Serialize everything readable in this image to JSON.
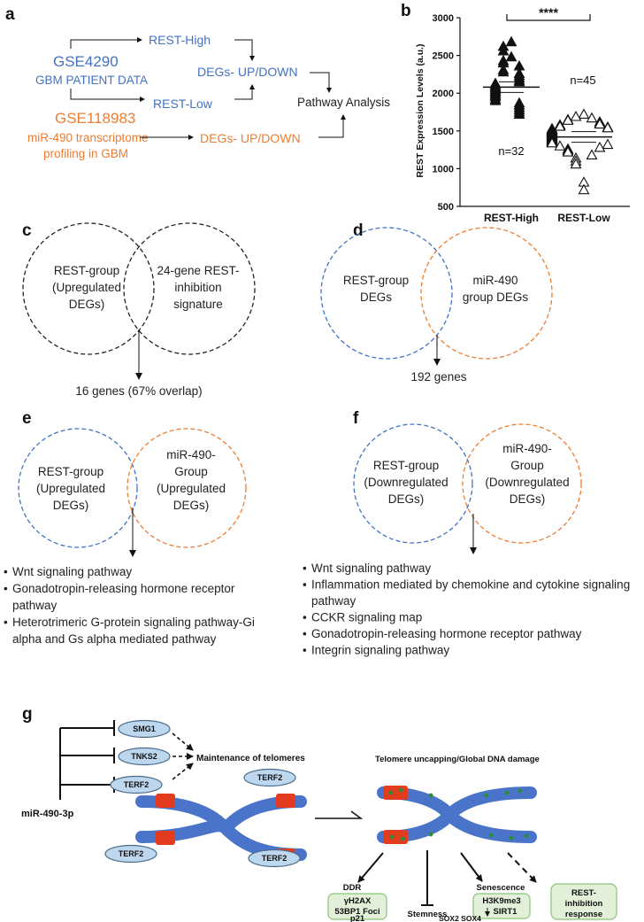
{
  "colors": {
    "blue": "#4472c4",
    "orange": "#ed7d31",
    "green_box": "#e2efd9",
    "green_border": "#8cc47a",
    "chromosome": "#4a74c9",
    "telomere": "#e33b1e",
    "protein_fill": "#bdd7ee"
  },
  "panel_a": {
    "label": "a",
    "gse1": "GSE4290",
    "gse1_sub": "GBM PATIENT DATA",
    "rest_high": "REST-High",
    "rest_low": "REST-Low",
    "degs_top": "DEGs- UP/DOWN",
    "pathway": "Pathway Analysis",
    "gse2": "GSE118983",
    "gse2_sub1": "miR-490 transcriptome",
    "gse2_sub2": "profiling in GBM",
    "degs_bottom": "DEGs- UP/DOWN"
  },
  "panel_b": {
    "label": "b",
    "significance": "****",
    "n_high": "n=32",
    "n_low": "n=45"
  },
  "chart_data": {
    "type": "scatter",
    "ylabel": "REST Expression Levels (a.u.)",
    "ylim": [
      500,
      3000
    ],
    "yticks": [
      500,
      1000,
      1500,
      2000,
      2500,
      3000
    ],
    "categories": [
      "REST-High",
      "REST-Low"
    ],
    "series": [
      {
        "name": "REST-High",
        "marker": "filled-triangle",
        "mean": 2080,
        "values": [
          2680,
          2620,
          2560,
          2480,
          2430,
          2400,
          2360,
          2310,
          2280,
          2260,
          2230,
          2200,
          2170,
          2150,
          2130,
          2110,
          2090,
          2070,
          2050,
          2030,
          2010,
          1990,
          1970,
          1950,
          1920,
          1900,
          1870,
          1840,
          1810,
          1780,
          1750,
          1720
        ]
      },
      {
        "name": "REST-Low",
        "marker": "open-triangle",
        "mean": 1420,
        "values": [
          1720,
          1690,
          1670,
          1650,
          1640,
          1620,
          1600,
          1590,
          1580,
          1570,
          1560,
          1550,
          1540,
          1530,
          1520,
          1510,
          1500,
          1490,
          1480,
          1470,
          1460,
          1450,
          1440,
          1430,
          1420,
          1410,
          1400,
          1390,
          1380,
          1370,
          1360,
          1350,
          1340,
          1320,
          1300,
          1280,
          1260,
          1240,
          1220,
          1180,
          1140,
          1100,
          1060,
          820,
          720
        ]
      }
    ]
  },
  "panel_c": {
    "label": "c",
    "left_l1": "REST-group",
    "left_l2": "(Upregulated",
    "left_l3": "DEGs)",
    "right_l1": "24-gene REST-",
    "right_l2": "inhibition",
    "right_l3": "signature",
    "result": "16 genes (67% overlap)"
  },
  "panel_d": {
    "label": "d",
    "left_l1": "REST-group",
    "left_l2": "DEGs",
    "right_l1": "miR-490",
    "right_l2": "group DEGs",
    "result": "192 genes"
  },
  "panel_e": {
    "label": "e",
    "left_l1": "REST-group",
    "left_l2": "(Upregulated",
    "left_l3": "DEGs)",
    "right_l1": "miR-490-",
    "right_l2": "Group",
    "right_l3": "(Upregulated",
    "right_l4": "DEGs)",
    "bullets": [
      [
        "Wnt signaling pathway"
      ],
      [
        "Gonadotropin-releasing hormone receptor",
        "pathway"
      ],
      [
        "Heterotrimeric G-protein signaling pathway-Gi",
        "alpha and Gs alpha mediated pathway"
      ]
    ]
  },
  "panel_f": {
    "label": "f",
    "left_l1": "REST-group",
    "left_l2": "(Downregulated",
    "left_l3": "DEGs)",
    "right_l1": "miR-490-",
    "right_l2": "Group",
    "right_l3": "(Downregulated",
    "right_l4": "DEGs)",
    "bullets": [
      [
        "Wnt signaling pathway"
      ],
      [
        "Inflammation mediated by chemokine and cytokine signaling",
        "pathway"
      ],
      [
        "CCKR signaling map"
      ],
      [
        "Gonadotropin-releasing hormone receptor pathway"
      ],
      [
        "Integrin signaling pathway"
      ]
    ]
  },
  "panel_g": {
    "label": "g",
    "mir": "miR-490-3p",
    "smg1": "SMG1",
    "tnks2": "TNKS2",
    "terf2": "TERF2",
    "maintenance": "Maintenance of telomeres",
    "uncapping": "Telomere uncapping/Global DNA damage",
    "ddr_title": "DDR",
    "ddr_l1": "γH2AX",
    "ddr_l2": "53BP1 Foci",
    "ddr_l3": "p21",
    "stem_title": "Stemness",
    "stem_l1": "SOX2",
    "stem_l2": "SOX4",
    "sen_title": "Senescence",
    "sen_l1": "H3K9me3",
    "sen_l2": "SIRT1",
    "rest_l1": "REST-",
    "rest_l2": "inhibition",
    "rest_l3": "response"
  }
}
